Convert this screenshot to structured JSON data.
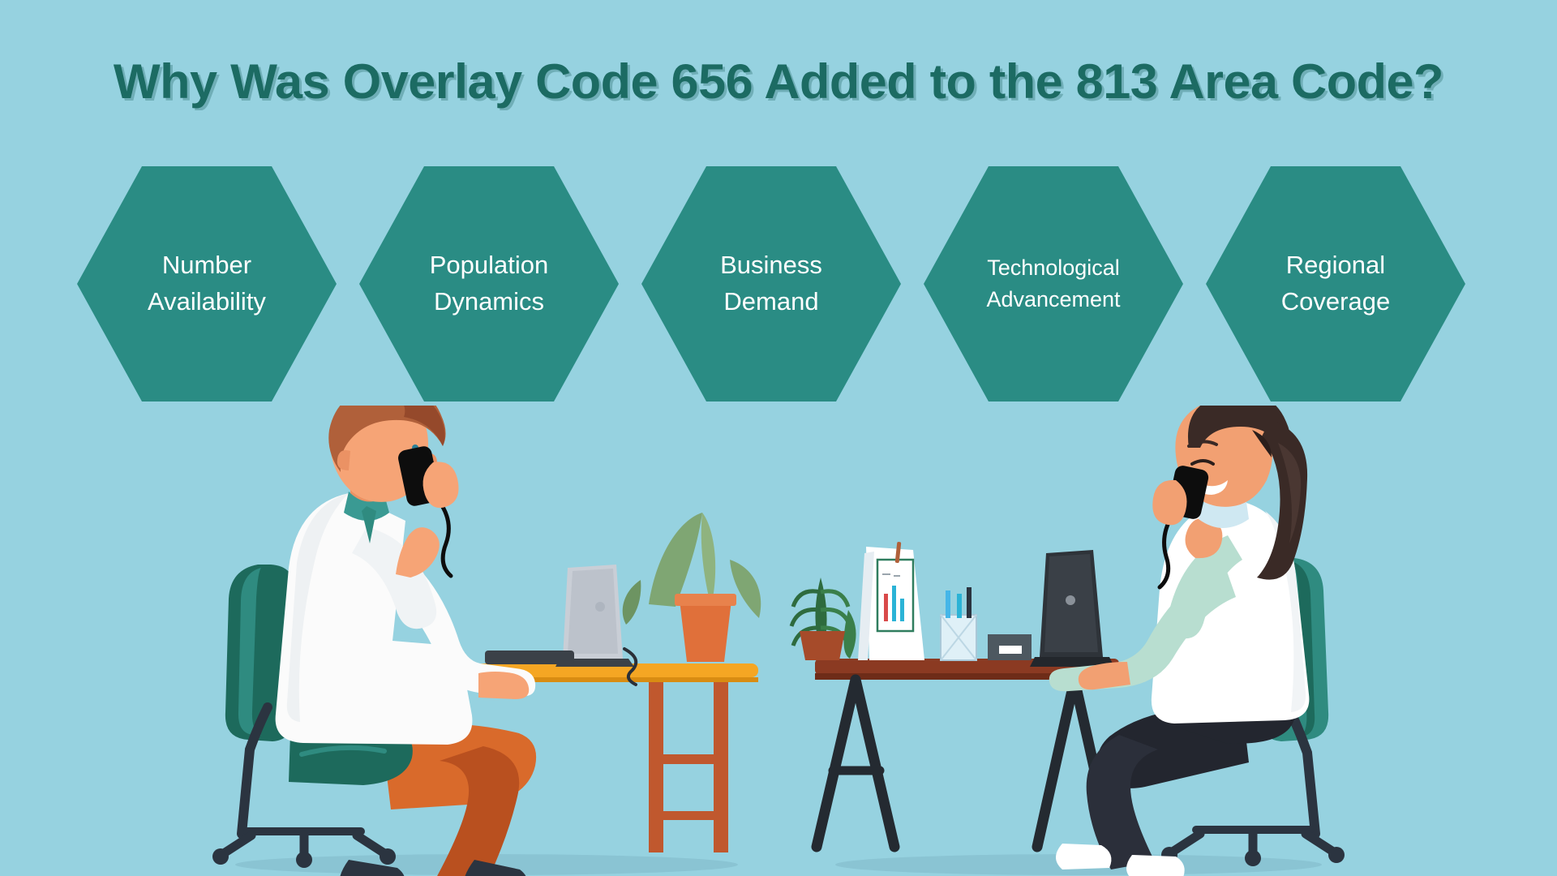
{
  "page": {
    "background_color": "#96d2e0",
    "title": "Why Was Overlay Code 656 Added to the 813 Area Code?",
    "title_color": "#1c6b63"
  },
  "hexagons": {
    "fill_color": "#2a8c84",
    "text_color": "#ffffff",
    "items": [
      {
        "id": "number-availability",
        "label": "Number\nAvailability"
      },
      {
        "id": "population-dynamics",
        "label": "Population\nDynamics"
      },
      {
        "id": "business-demand",
        "label": "Business\nDemand"
      },
      {
        "id": "technological-advancement",
        "label": "Technological\nAdvancement"
      },
      {
        "id": "regional-coverage",
        "label": "Regional\nCoverage"
      }
    ]
  },
  "illustration": {
    "description": "Two office workers seated at desks talking on mobile phones",
    "left_person": {
      "name": "man-on-phone",
      "hair_color": "#b0603a",
      "skin_color": "#f6a476",
      "shirt_color": "#fbfbfb",
      "collar_color": "#3a9a93",
      "pants_color": "#d96a2b",
      "shoe_color": "#2b3440",
      "chair_color": "#1d6a5c",
      "desk_color": "#f5a623",
      "laptop_color": "#c9ced6",
      "phone_color": "#0d0d0d"
    },
    "right_person": {
      "name": "woman-on-phone",
      "hair_color": "#3a2a26",
      "skin_color": "#f2a072",
      "blouse_color": "#ffffff",
      "sleeve_color": "#b8ded0",
      "collar_color": "#cfe8f2",
      "skirt_color": "#23262f",
      "shoe_color": "#ffffff",
      "chair_color": "#2f8b80",
      "desk_color": "#8b3a22",
      "desk_leg_color": "#242a31",
      "laptop_color": "#2e3339",
      "phone_color": "#0d0d0d"
    },
    "props": [
      {
        "name": "potted-plant-on-stool",
        "pot_color": "#e0703a",
        "leaf_color": "#7a9e69"
      },
      {
        "name": "wooden-stool",
        "color": "#c0582e"
      },
      {
        "name": "small-fern-plant",
        "pot_color": "#a64b2a",
        "leaf_color": "#2e6b3e"
      },
      {
        "name": "framed-chart",
        "frame_color": "#ffffff",
        "mat_color": "#2f7d5e"
      },
      {
        "name": "pencil-cup",
        "color": "#cfe3ee"
      },
      {
        "name": "floor-shadow",
        "color": "#8ac4d3"
      }
    ]
  }
}
